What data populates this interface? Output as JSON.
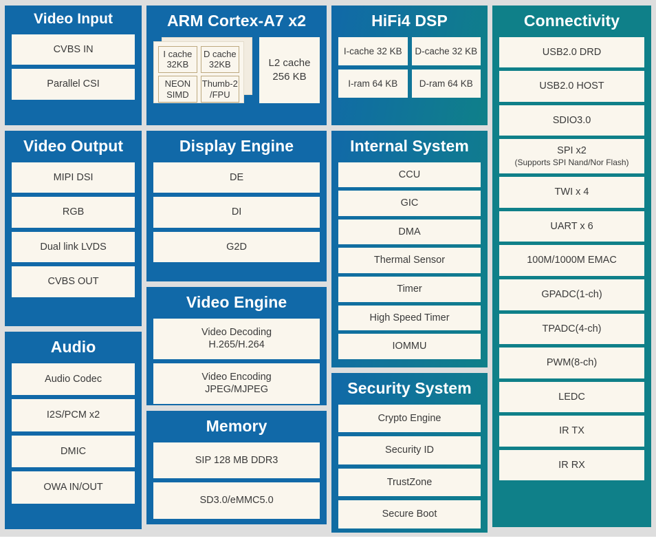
{
  "colors": {
    "blue": "#1169a8",
    "teal": "#0f8089",
    "item_fill": "#faf6ed",
    "item_text": "#3a3a3a",
    "background": "#dedede",
    "cache_border": "#bda97f"
  },
  "blocks": {
    "video_input": {
      "title": "Video Input",
      "items": [
        {
          "label": "CVBS IN"
        },
        {
          "label": "Parallel CSI"
        }
      ]
    },
    "cpu": {
      "title": "ARM Cortex-A7 x2",
      "cells": [
        {
          "l1": "I cache",
          "l2": "32KB"
        },
        {
          "l1": "D cache",
          "l2": "32KB"
        },
        {
          "l1": "NEON",
          "l2": "SIMD"
        },
        {
          "l1": "Thumb-2",
          "l2": "/FPU"
        }
      ],
      "l2_cache": {
        "l1": "L2 cache",
        "l2": "256 KB"
      }
    },
    "dsp": {
      "title": "HiFi4 DSP",
      "items": [
        {
          "label": "I-cache 32 KB"
        },
        {
          "label": "D-cache 32 KB"
        },
        {
          "label": "I-ram 64 KB"
        },
        {
          "label": "D-ram 64 KB"
        }
      ]
    },
    "connectivity": {
      "title": "Connectivity",
      "items": [
        {
          "label": "USB2.0 DRD"
        },
        {
          "label": "USB2.0 HOST"
        },
        {
          "label": "SDIO3.0"
        },
        {
          "label": "SPI x2",
          "sub": "(Supports SPI Nand/Nor Flash)"
        },
        {
          "label": "TWI x 4"
        },
        {
          "label": "UART x 6"
        },
        {
          "label": "100M/1000M EMAC"
        },
        {
          "label": "GPADC(1-ch)"
        },
        {
          "label": "TPADC(4-ch)"
        },
        {
          "label": "PWM(8-ch)"
        },
        {
          "label": "LEDC"
        },
        {
          "label": "IR TX"
        },
        {
          "label": "IR RX"
        }
      ]
    },
    "video_output": {
      "title": "Video Output",
      "items": [
        {
          "label": "MIPI DSI"
        },
        {
          "label": "RGB"
        },
        {
          "label": "Dual link LVDS"
        },
        {
          "label": "CVBS OUT"
        }
      ]
    },
    "audio": {
      "title": "Audio",
      "items": [
        {
          "label": "Audio Codec"
        },
        {
          "label": "I2S/PCM x2"
        },
        {
          "label": "DMIC"
        },
        {
          "label": "OWA IN/OUT"
        }
      ]
    },
    "display_engine": {
      "title": "Display Engine",
      "items": [
        {
          "label": "DE"
        },
        {
          "label": "DI"
        },
        {
          "label": "G2D"
        }
      ]
    },
    "video_engine": {
      "title": "Video Engine",
      "items": [
        {
          "label": "Video Decoding",
          "line2": "H.265/H.264"
        },
        {
          "label": "Video Encoding",
          "line2": "JPEG/MJPEG"
        }
      ]
    },
    "memory": {
      "title": "Memory",
      "items": [
        {
          "label": "SIP 128 MB DDR3"
        },
        {
          "label": "SD3.0/eMMC5.0"
        }
      ]
    },
    "internal_system": {
      "title": "Internal System",
      "items": [
        {
          "label": "CCU"
        },
        {
          "label": "GIC"
        },
        {
          "label": "DMA"
        },
        {
          "label": "Thermal Sensor"
        },
        {
          "label": "Timer"
        },
        {
          "label": "High Speed Timer"
        },
        {
          "label": "IOMMU"
        }
      ]
    },
    "security_system": {
      "title": "Security System",
      "items": [
        {
          "label": "Crypto Engine"
        },
        {
          "label": "Security ID"
        },
        {
          "label": "TrustZone"
        },
        {
          "label": "Secure Boot"
        }
      ]
    }
  }
}
